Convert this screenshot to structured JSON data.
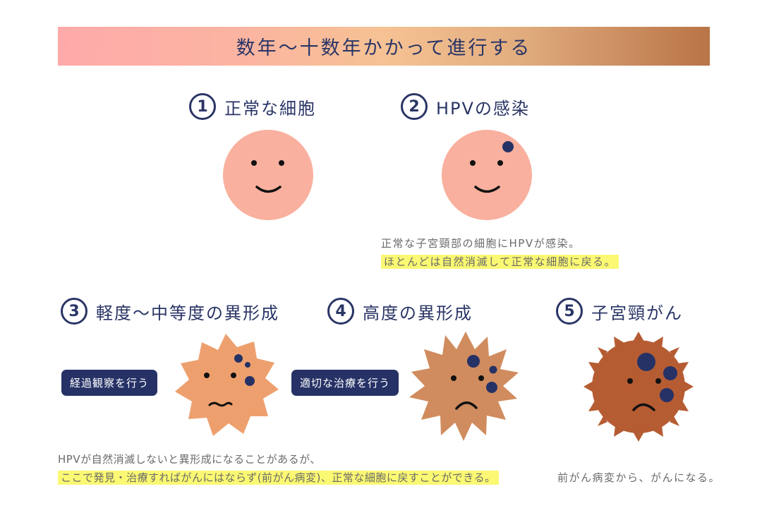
{
  "banner": {
    "title": "数年〜十数年かかって進行する"
  },
  "stages": [
    {
      "number": "1",
      "label": "正常な細胞"
    },
    {
      "number": "2",
      "label": "HPVの感染"
    },
    {
      "number": "3",
      "label": "軽度〜中等度の異形成"
    },
    {
      "number": "4",
      "label": "高度の異形成"
    },
    {
      "number": "5",
      "label": "子宮頸がん"
    }
  ],
  "captions": {
    "stage2_line1": "正常な子宮頸部の細胞にHPVが感染。",
    "stage2_line2": "ほとんどは自然消滅して正常な細胞に戻る。",
    "stage34_line1": "HPVが自然消滅しないと異形成になることがあるが、",
    "stage34_line2": "ここで発見・治療すればがんにはならず(前がん病変)、正常な細胞に戻すことができる。",
    "stage5_line1": "前がん病変から、がんになる。"
  },
  "actions": {
    "stage3": "経過観察を行う",
    "stage4": "適切な治療を行う"
  },
  "colors": {
    "navy": "#263266",
    "normal_cell": "#f9b09e",
    "stage3_cell": "#eda06e",
    "stage4_cell": "#d08c5e",
    "stage5_cell": "#b65c33",
    "highlight": "#fbf873"
  }
}
